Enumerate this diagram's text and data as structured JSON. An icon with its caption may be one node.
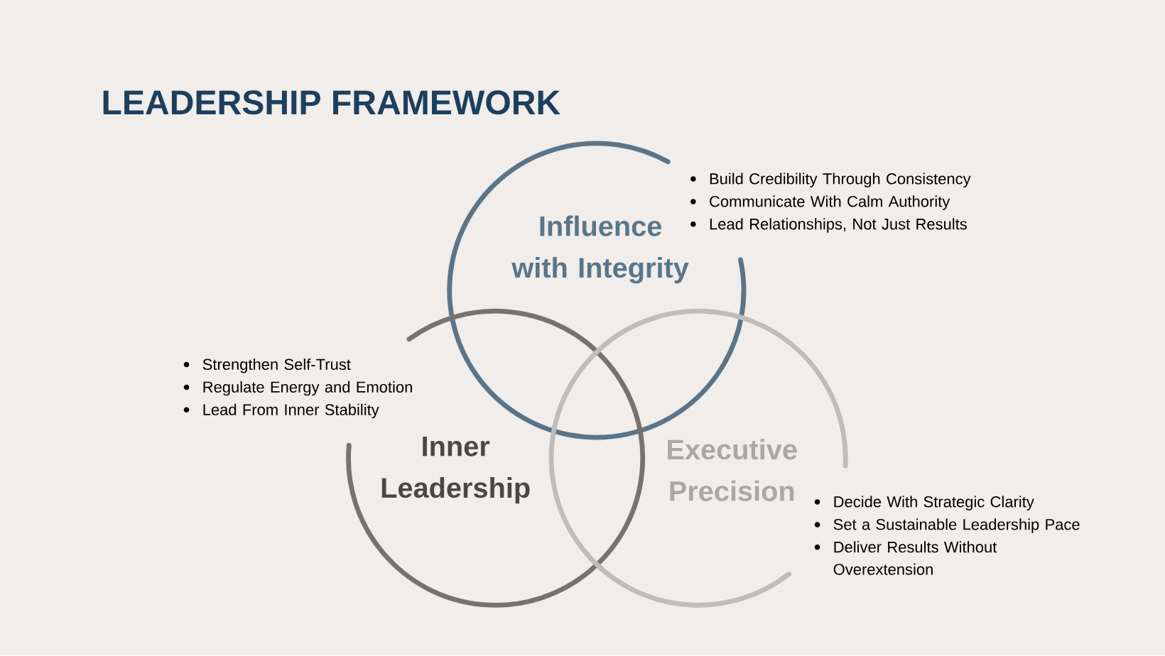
{
  "diagram": {
    "title": "LEADERSHIP FRAMEWORK",
    "nodes": [
      {
        "text": [
          "Influence with Integrity"
        ],
        "beside": [
          "Build Credibility Through Consistency",
          "Communicate With Calm Authority",
          "Lead Relationships, Not Just Results"
        ]
      },
      {
        "text": [
          "Inner Leadership"
        ],
        "beside": [
          "Strengthen Self-Trust",
          "Regulate Energy and Emotion",
          "Lead From Inner Stability"
        ]
      },
      {
        "text": [
          "Executive Precision"
        ],
        "beside": [
          "Decide With Strategic Clarity",
          "Set a Sustainable Leadership Pace",
          "Deliver Results Without Overextension"
        ]
      }
    ]
  }
}
